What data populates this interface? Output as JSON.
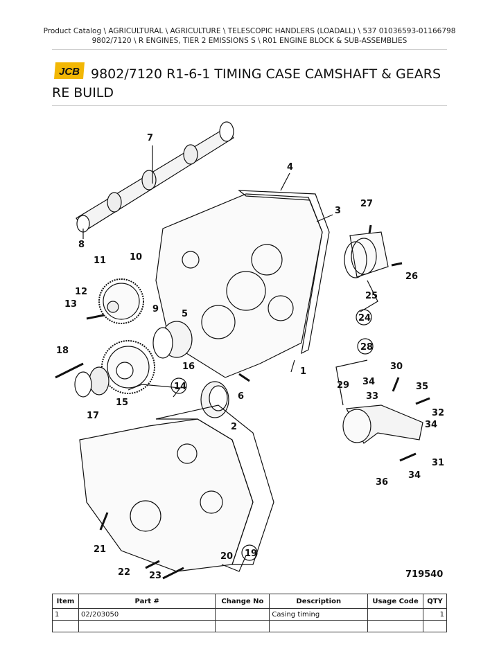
{
  "breadcrumb": {
    "line1": "Product Catalog  \\  AGRICULTURAL  \\  AGRICULTURE  \\  TELESCOPIC HANDLERS (LOADALL)  \\  537 01036593-01166798",
    "line2": "9802/7120  \\  R ENGINES, TIER 2 EMISSIONS S  \\  R01 ENGINE BLOCK & SUB-ASSEMBLIES"
  },
  "brand": {
    "logo_text": "JCB",
    "logo_color": "#f2b705"
  },
  "page_title": "9802/7120 R1-6-1 TIMING CASE CAMSHAFT & GEARS RE BUILD",
  "diagram": {
    "reference_number": "719540",
    "callouts": [
      "7",
      "4",
      "3",
      "27",
      "8",
      "11",
      "10",
      "12",
      "13",
      "9",
      "5",
      "26",
      "25",
      "24",
      "28",
      "18",
      "16",
      "1",
      "30",
      "29",
      "34",
      "35",
      "33",
      "32",
      "34",
      "14",
      "6",
      "15",
      "17",
      "2",
      "31",
      "34",
      "36",
      "21",
      "20",
      "19",
      "22",
      "23"
    ]
  },
  "parts_table": {
    "headers": [
      "Item",
      "Part #",
      "Change No",
      "Description",
      "Usage Code",
      "QTY"
    ],
    "rows": [
      [
        "1",
        "02/203050",
        "",
        "Casing timing",
        "",
        "1"
      ],
      [
        "",
        "",
        "",
        "",
        "",
        ""
      ]
    ]
  }
}
